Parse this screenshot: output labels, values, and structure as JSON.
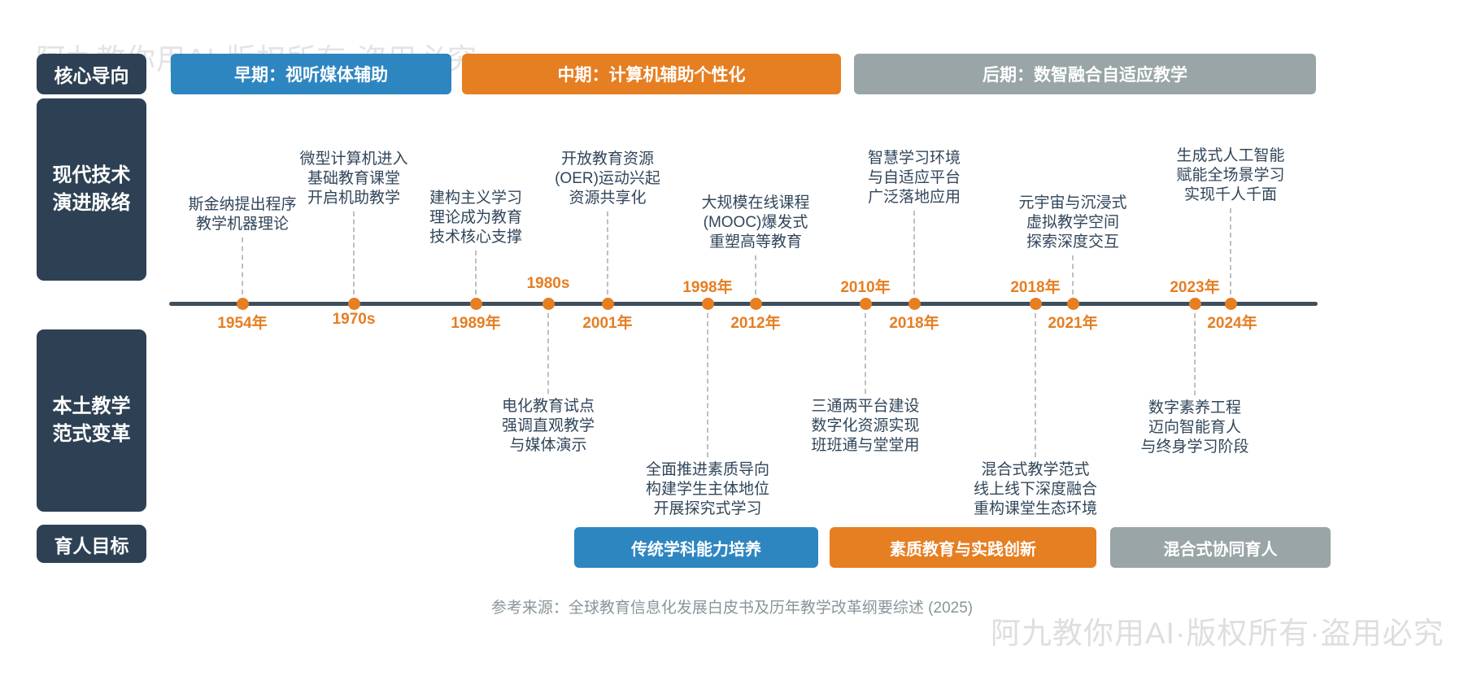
{
  "watermarks": {
    "top": "阿九教你用AI·版权所有·盗用必究",
    "bottom": "阿九教你用AI·版权所有·盗用必究"
  },
  "rows": {
    "core": "核心导向",
    "tech_line1": "现代技术",
    "tech_line2": "演进脉络",
    "local_line1": "本土教学",
    "local_line2": "范式变革",
    "goal": "育人目标"
  },
  "phases": [
    {
      "label": "早期：视听媒体辅助",
      "color": "#2e86c1"
    },
    {
      "label": "中期：计算机辅助个性化",
      "color": "#e67e22"
    },
    {
      "label": "后期：数智融合自适应教学",
      "color": "#99a5a6"
    }
  ],
  "goals": [
    {
      "label": "传统学科能力培养",
      "color": "#2e86c1"
    },
    {
      "label": "素质教育与实践创新",
      "color": "#e67e22"
    },
    {
      "label": "混合式协同育人",
      "color": "#99a5a6"
    }
  ],
  "timeline": {
    "above": [
      {
        "year": "1954年",
        "lines": [
          "斯金纳提出程序",
          "教学机器理论"
        ]
      },
      {
        "year": "1970s",
        "lines": [
          "微型计算机进入",
          "基础教育课堂",
          "开启机助教学"
        ]
      },
      {
        "year": "1989年",
        "lines": [
          "建构主义学习",
          "理论成为教育",
          "技术核心支撑"
        ]
      },
      {
        "year": "2001年",
        "lines": [
          "开放教育资源",
          "(OER)运动兴起",
          "资源共享化"
        ]
      },
      {
        "year": "2012年",
        "lines": [
          "大规模在线课程",
          "(MOOC)爆发式",
          "重塑高等教育"
        ]
      },
      {
        "year": "2018年",
        "lines": [
          "智慧学习环境",
          "与自适应平台",
          "广泛落地应用"
        ]
      },
      {
        "year": "2021年",
        "lines": [
          "元宇宙与沉浸式",
          "虚拟教学空间",
          "探索深度交互"
        ]
      },
      {
        "year": "2024年",
        "lines": [
          "生成式人工智能",
          "赋能全场景学习",
          "实现千人千面"
        ]
      }
    ],
    "below": [
      {
        "year": "1980s",
        "lines": [
          "电化教育试点",
          "强调直观教学",
          "与媒体演示"
        ]
      },
      {
        "year": "1998年",
        "lines": [
          "全面推进素质导向",
          "构建学生主体地位",
          "开展探究式学习"
        ]
      },
      {
        "year": "2010年",
        "lines": [
          "三通两平台建设",
          "数字化资源实现",
          "班班通与堂堂用"
        ]
      },
      {
        "year": "2018年",
        "lines": [
          "混合式教学范式",
          "线上线下深度融合",
          "重构课堂生态环境"
        ]
      },
      {
        "year": "2023年",
        "lines": [
          "数字素养工程",
          "迈向智能育人",
          "与终身学习阶段"
        ]
      }
    ]
  },
  "footer": {
    "source": "参考来源：全球教育信息化发展白皮书及历年教学改革纲要综述 (2025)"
  },
  "colors": {
    "accent_orange": "#e67e22",
    "phase_blue": "#2e86c1",
    "phase_gray": "#99a5a6",
    "label_navy": "#2e4154",
    "axis_line": "#3d4e5c",
    "event_text": "#31465a",
    "watermark": "#e3e3e3"
  }
}
